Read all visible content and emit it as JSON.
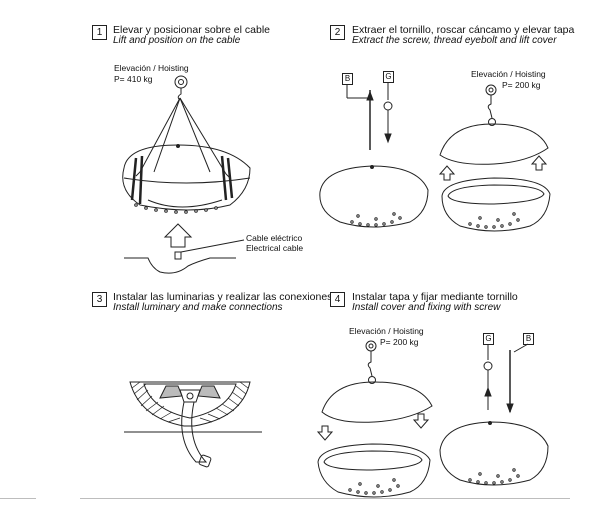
{
  "steps": [
    {
      "number": "1",
      "es": "Elevar y posicionar sobre el cable",
      "en": "Lift and position on the cable"
    },
    {
      "number": "2",
      "es": "Extraer el tornillo, roscar cáncamo y elevar tapa",
      "en": "Extract the screw, thread eyebolt and lift cover"
    },
    {
      "number": "3",
      "es": "Instalar las luminarias y realizar las conexiones",
      "en": "Install luminary and make connections"
    },
    {
      "number": "4",
      "es": "Instalar tapa y fijar mediante tornillo",
      "en": "Install cover and fixing with screw"
    }
  ],
  "hoist1": {
    "label": "Elevación / Hoisting",
    "weight": "P= 410 kg"
  },
  "hoist2": {
    "label": "Elevación / Hoisting",
    "weight": "P= 200 kg"
  },
  "hoist4": {
    "label": "Elevación / Hoisting",
    "weight": "P= 200 kg"
  },
  "cable": {
    "es": "Cable eléctrico",
    "en": "Electrical cable"
  },
  "tags": {
    "b": "B",
    "g": "G"
  },
  "colors": {
    "line": "#222222",
    "rule": "#bdbdbd"
  }
}
